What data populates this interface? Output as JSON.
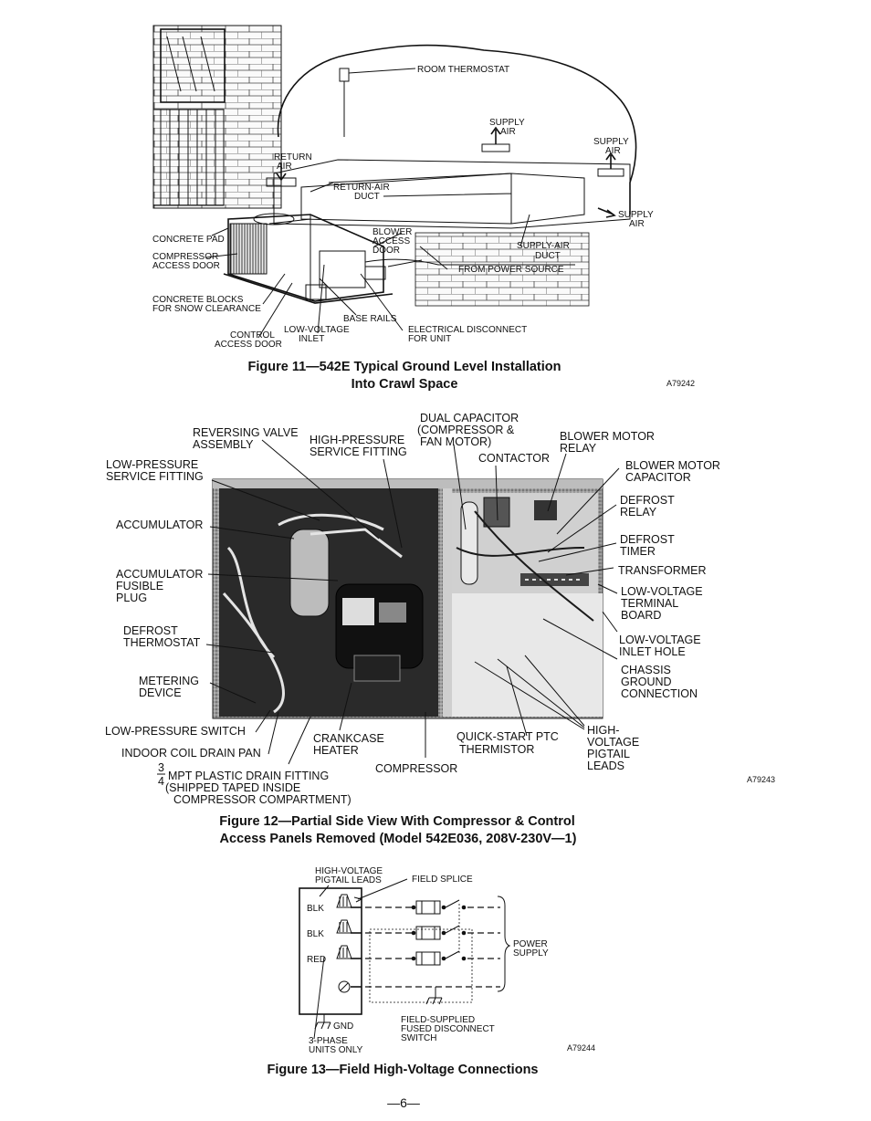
{
  "figure11": {
    "caption_line1": "Figure 11—542E Typical Ground Level Installation",
    "caption_line2": "Into Crawl Space",
    "code": "A79242",
    "labels": {
      "room_thermostat": "ROOM THERMOSTAT",
      "supply_air_1a": "SUPPLY",
      "supply_air_1b": "AIR",
      "supply_air_2a": "SUPPLY",
      "supply_air_2b": "AIR",
      "supply_air_3a": "SUPPLY",
      "supply_air_3b": "AIR",
      "return_air_a": "RETURN",
      "return_air_b": "AIR",
      "return_air_duct_a": "RETURN-AIR",
      "return_air_duct_b": "DUCT",
      "concrete_pad": "CONCRETE PAD",
      "compressor_access_a": "COMPRESSOR",
      "compressor_access_b": "ACCESS DOOR",
      "blower_access_a": "BLOWER",
      "blower_access_b": "ACCESS",
      "blower_access_c": "DOOR",
      "supply_air_duct_a": "SUPPLY-AIR",
      "supply_air_duct_b": "DUCT",
      "from_power_source": "FROM POWER SOURCE",
      "concrete_blocks_a": "CONCRETE BLOCKS",
      "concrete_blocks_b": "FOR SNOW CLEARANCE",
      "base_rails": "BASE RAILS",
      "control_access_a": "CONTROL",
      "control_access_b": "ACCESS DOOR",
      "low_voltage_inlet_a": "LOW-VOLTAGE",
      "low_voltage_inlet_b": "INLET",
      "electrical_disconnect_a": "ELECTRICAL DISCONNECT",
      "electrical_disconnect_b": "FOR UNIT"
    }
  },
  "figure12": {
    "caption_line1": "Figure 12—Partial Side View With Compressor & Control",
    "caption_line2": "Access Panels Removed (Model 542E036, 208V-230V—1)",
    "code": "A79243",
    "labels": {
      "reversing_valve_a": "REVERSING VALVE",
      "reversing_valve_b": "ASSEMBLY",
      "high_pressure_a": "HIGH-PRESSURE",
      "high_pressure_b": "SERVICE FITTING",
      "dual_capacitor_a": "DUAL CAPACITOR",
      "dual_capacitor_b": "(COMPRESSOR &",
      "dual_capacitor_c": "FAN MOTOR)",
      "contactor": "CONTACTOR",
      "blower_motor_relay_a": "BLOWER MOTOR",
      "blower_motor_relay_b": "RELAY",
      "low_pressure_fitting_a": "LOW-PRESSURE",
      "low_pressure_fitting_b": "SERVICE FITTING",
      "blower_motor_capacitor_a": "BLOWER MOTOR",
      "blower_motor_capacitor_b": "CAPACITOR",
      "defrost_relay_a": "DEFROST",
      "defrost_relay_b": "RELAY",
      "accumulator": "ACCUMULATOR",
      "defrost_timer_a": "DEFROST",
      "defrost_timer_b": "TIMER",
      "accumulator_plug_a": "ACCUMULATOR",
      "accumulator_plug_b": "FUSIBLE",
      "accumulator_plug_c": "PLUG",
      "transformer": "TRANSFORMER",
      "lv_terminal_a": "LOW-VOLTAGE",
      "lv_terminal_b": "TERMINAL",
      "lv_terminal_c": "BOARD",
      "defrost_thermostat_a": "DEFROST",
      "defrost_thermostat_b": "THERMOSTAT",
      "lv_inlet_hole_a": "LOW-VOLTAGE",
      "lv_inlet_hole_b": "INLET HOLE",
      "metering_a": "METERING",
      "metering_b": "DEVICE",
      "chassis_a": "CHASSIS",
      "chassis_b": "GROUND",
      "chassis_c": "CONNECTION",
      "low_pressure_switch": "LOW-PRESSURE SWITCH",
      "indoor_coil_drain": "INDOOR COIL DRAIN PAN",
      "crankcase_a": "CRANKCASE",
      "crankcase_b": "HEATER",
      "quick_start_a": "QUICK-START PTC",
      "quick_start_b": "THERMISTOR",
      "hv_pigtail_a": "HIGH-",
      "hv_pigtail_b": "VOLTAGE",
      "hv_pigtail_c": "PIGTAIL",
      "hv_pigtail_d": "LEADS",
      "compressor": "COMPRESSOR",
      "drain_fitting_num": "3",
      "drain_fitting_den": "4",
      "drain_fitting_a": "MPT PLASTIC DRAIN FITTING",
      "drain_fitting_b": "(SHIPPED TAPED INSIDE",
      "drain_fitting_c": "COMPRESSOR COMPARTMENT)"
    }
  },
  "figure13": {
    "caption": "Figure 13—Field High-Voltage Connections",
    "code": "A79244",
    "labels": {
      "hv_pigtail_a": "HIGH-VOLTAGE",
      "hv_pigtail_b": "PIGTAIL LEADS",
      "field_splice": "FIELD SPLICE",
      "blk1": "BLK",
      "blk2": "BLK",
      "red": "RED",
      "power_supply_a": "POWER",
      "power_supply_b": "SUPPLY",
      "gnd": "GND",
      "three_phase_a": "3-PHASE",
      "three_phase_b": "UNITS ONLY",
      "disconnect_a": "FIELD-SUPPLIED",
      "disconnect_b": "FUSED DISCONNECT",
      "disconnect_c": "SWITCH"
    }
  },
  "page_number": "—6—"
}
